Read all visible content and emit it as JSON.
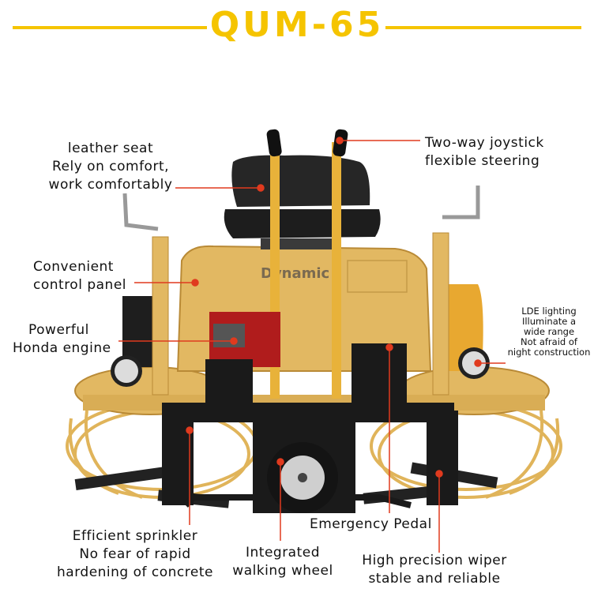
{
  "title": "QUM-65",
  "colors": {
    "accent": "#f5c400",
    "machine": "#e2b862",
    "frame": "#1a1a1a",
    "pointer": "#e03a1e"
  },
  "callouts": {
    "seat": [
      "leather seat",
      "Rely on comfort,",
      "work comfortably"
    ],
    "joystick": [
      "Two-way joystick",
      "flexible steering"
    ],
    "panel": [
      "Convenient",
      "control panel"
    ],
    "engine": [
      "Powerful",
      "Honda engine"
    ],
    "lighting": [
      "LDE lighting",
      "Illuminate a",
      "wide range",
      "Not afraid of",
      "night construction"
    ],
    "sprinkler": [
      "Efficient sprinkler",
      "No fear of rapid",
      "hardening of concrete"
    ],
    "wheel": [
      "Integrated",
      "walking wheel"
    ],
    "pedal": [
      "Emergency Pedal"
    ],
    "wiper": [
      "High precision wiper",
      "stable and reliable"
    ]
  }
}
